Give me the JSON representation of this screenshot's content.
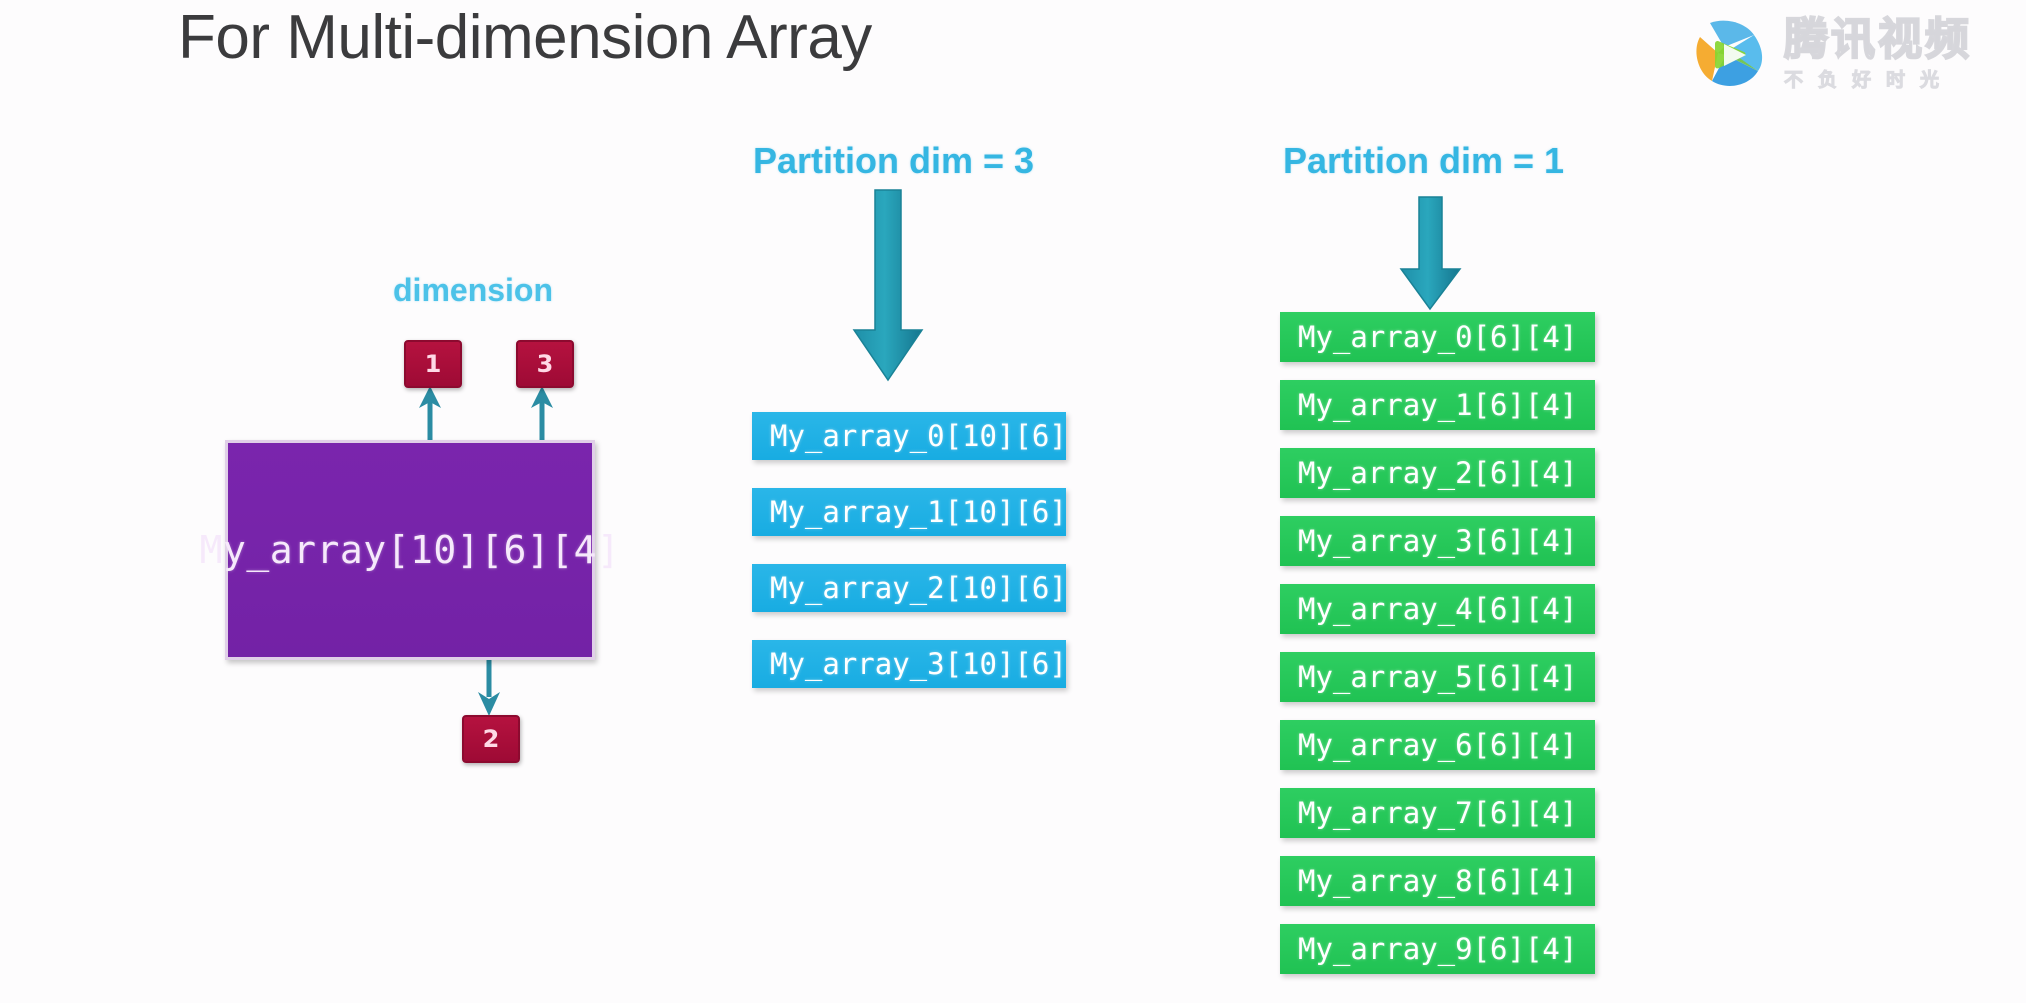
{
  "slide": {
    "title": "For Multi-dimension Array",
    "background_color": "#fdfcfd"
  },
  "watermark": {
    "brand_main": "腾讯视频",
    "brand_sub": "不负好时光",
    "logo_name": "tencent-video-play-logo"
  },
  "source_array": {
    "label": "My_array[10][6][4]",
    "box_color": "#7322a6",
    "border_color": "#e0cfe8"
  },
  "dimension_annotation": {
    "label": "dimension",
    "label_color": "#4cc2e8",
    "badge_color": "#a80c38",
    "badges": [
      {
        "name": "dim-1",
        "value": "1"
      },
      {
        "name": "dim-3",
        "value": "3"
      },
      {
        "name": "dim-2",
        "value": "2"
      }
    ]
  },
  "partitions": [
    {
      "id": "dim3",
      "header": "Partition dim = 3",
      "header_color": "#35b6e2",
      "arrow_color": "#1d93ab",
      "box_color": "#1face2",
      "items": [
        "My_array_0[10][6]",
        "My_array_1[10][6]",
        "My_array_2[10][6]",
        "My_array_3[10][6]"
      ]
    },
    {
      "id": "dim1",
      "header": "Partition dim = 1",
      "header_color": "#35b6e2",
      "arrow_color": "#1d93ab",
      "box_color": "#23c455",
      "items": [
        "My_array_0[6][4]",
        "My_array_1[6][4]",
        "My_array_2[6][4]",
        "My_array_3[6][4]",
        "My_array_4[6][4]",
        "My_array_5[6][4]",
        "My_array_6[6][4]",
        "My_array_7[6][4]",
        "My_array_8[6][4]",
        "My_array_9[6][4]"
      ]
    }
  ]
}
